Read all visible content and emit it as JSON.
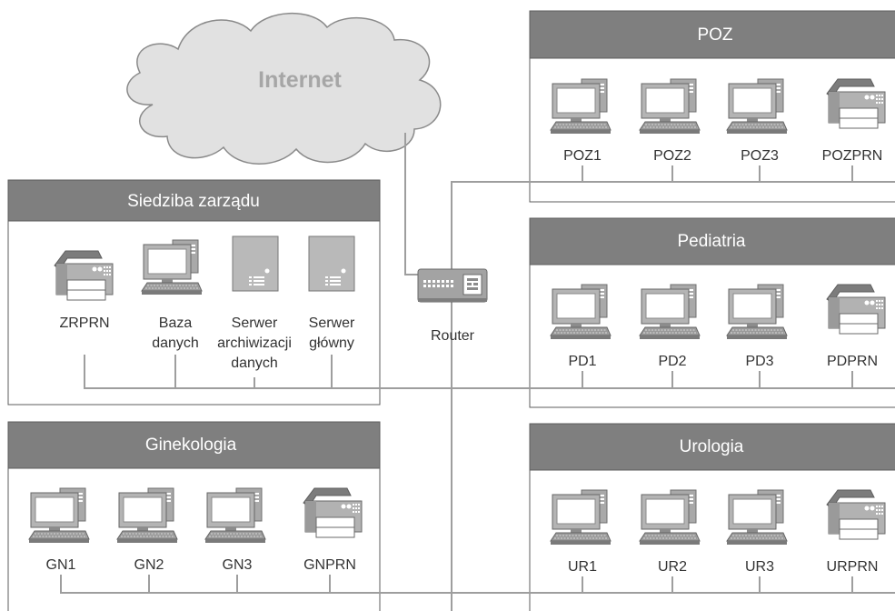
{
  "cloud": {
    "label": "Internet"
  },
  "router": {
    "label": "Router"
  },
  "panels": {
    "siedziba": {
      "title": "Siedziba zarządu",
      "devices": [
        {
          "type": "printer",
          "label": [
            "ZRPRN"
          ]
        },
        {
          "type": "computer",
          "label": [
            "Baza",
            "danych"
          ]
        },
        {
          "type": "server",
          "label": [
            "Serwer",
            "archiwizacji",
            "danych"
          ]
        },
        {
          "type": "server",
          "label": [
            "Serwer",
            "główny"
          ]
        }
      ]
    },
    "poz": {
      "title": "POZ",
      "devices": [
        {
          "type": "computer",
          "label": [
            "POZ1"
          ]
        },
        {
          "type": "computer",
          "label": [
            "POZ2"
          ]
        },
        {
          "type": "computer",
          "label": [
            "POZ3"
          ]
        },
        {
          "type": "printer",
          "label": [
            "POZPRN"
          ]
        }
      ]
    },
    "pediatria": {
      "title": "Pediatria",
      "devices": [
        {
          "type": "computer",
          "label": [
            "PD1"
          ]
        },
        {
          "type": "computer",
          "label": [
            "PD2"
          ]
        },
        {
          "type": "computer",
          "label": [
            "PD3"
          ]
        },
        {
          "type": "printer",
          "label": [
            "PDPRN"
          ]
        }
      ]
    },
    "ginekologia": {
      "title": "Ginekologia",
      "devices": [
        {
          "type": "computer",
          "label": [
            "GN1"
          ]
        },
        {
          "type": "computer",
          "label": [
            "GN2"
          ]
        },
        {
          "type": "computer",
          "label": [
            "GN3"
          ]
        },
        {
          "type": "printer",
          "label": [
            "GNPRN"
          ]
        }
      ]
    },
    "urologia": {
      "title": "Urologia",
      "devices": [
        {
          "type": "computer",
          "label": [
            "UR1"
          ]
        },
        {
          "type": "computer",
          "label": [
            "UR2"
          ]
        },
        {
          "type": "computer",
          "label": [
            "UR3"
          ]
        },
        {
          "type": "printer",
          "label": [
            "URPRN"
          ]
        }
      ]
    }
  }
}
